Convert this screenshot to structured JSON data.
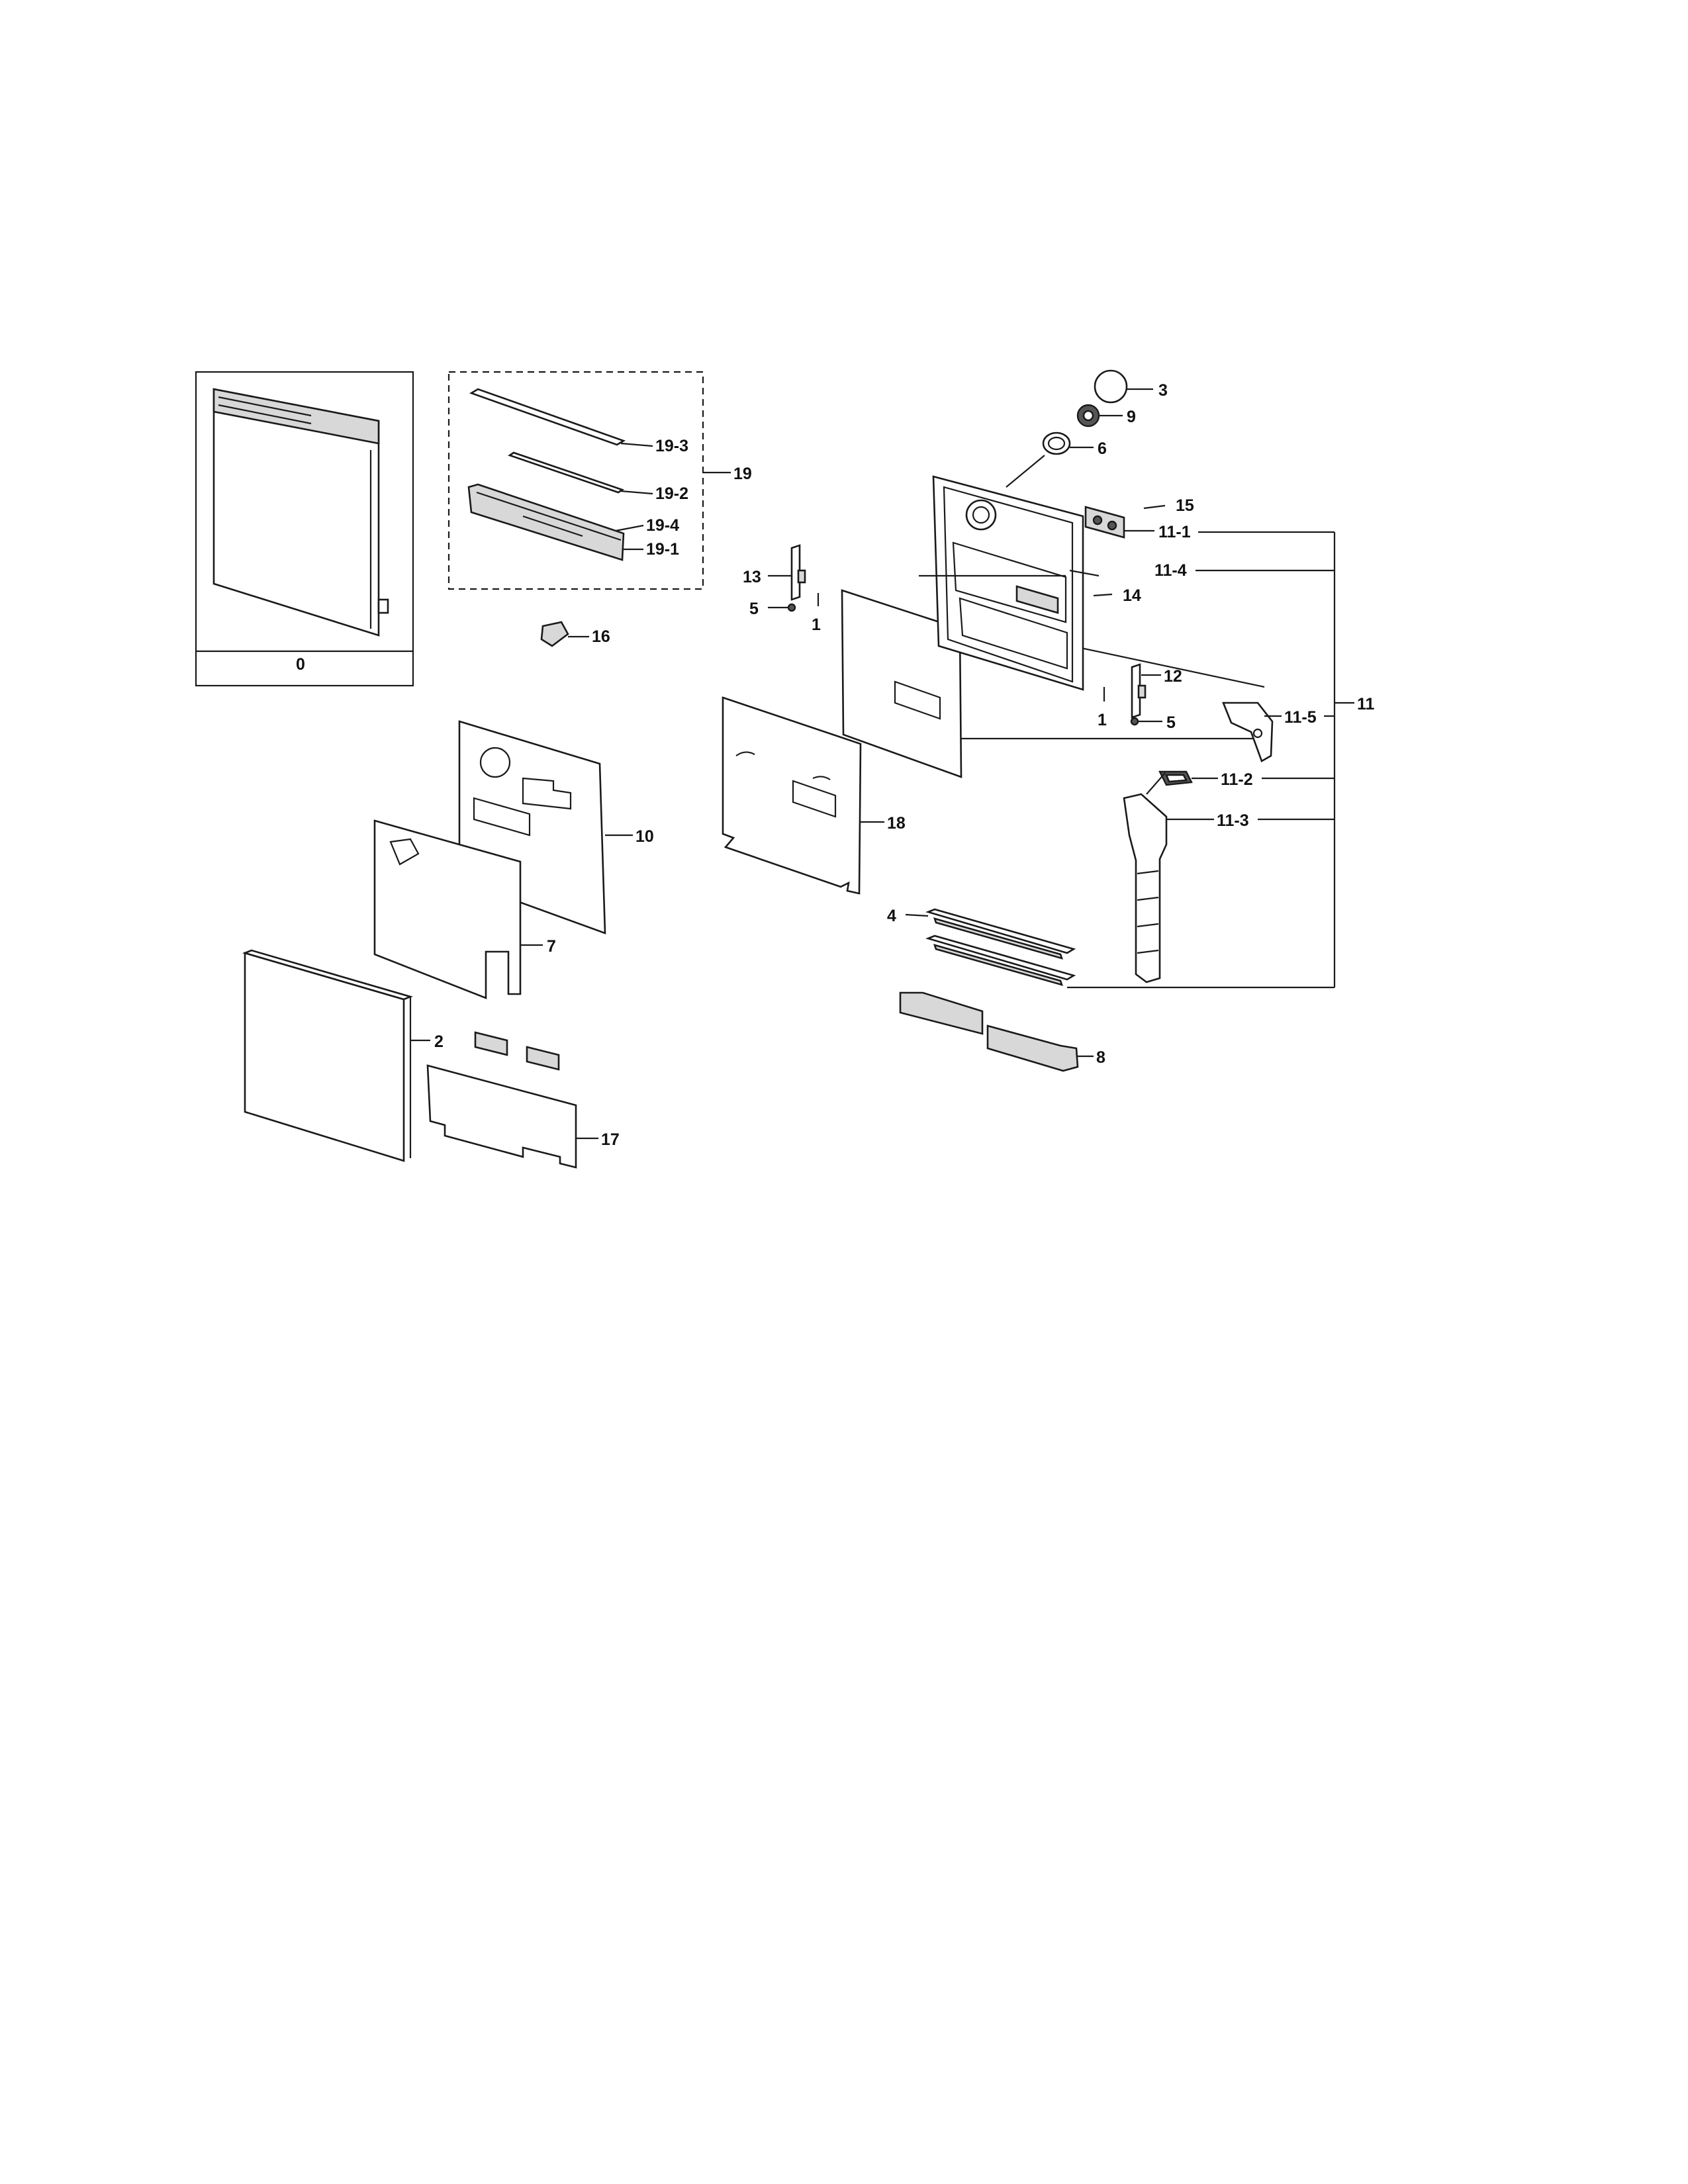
{
  "colors": {
    "ink": "#1a1a1a",
    "paper": "#ffffff"
  },
  "labels": {
    "p0": "0",
    "p1a": "1",
    "p1b": "1",
    "p2": "2",
    "p3": "3",
    "p4": "4",
    "p5a": "5",
    "p5b": "5",
    "p6": "6",
    "p7": "7",
    "p8": "8",
    "p9": "9",
    "p10": "10",
    "p11": "11",
    "p11_1": "11-1",
    "p11_2": "11-2",
    "p11_3": "11-3",
    "p11_4": "11-4",
    "p11_5": "11-5",
    "p12": "12",
    "p13": "13",
    "p14": "14",
    "p15": "15",
    "p16": "16",
    "p17": "17",
    "p18": "18",
    "p19": "19",
    "p19_1": "19-1",
    "p19_2": "19-2",
    "p19_3": "19-3",
    "p19_4": "19-4"
  }
}
